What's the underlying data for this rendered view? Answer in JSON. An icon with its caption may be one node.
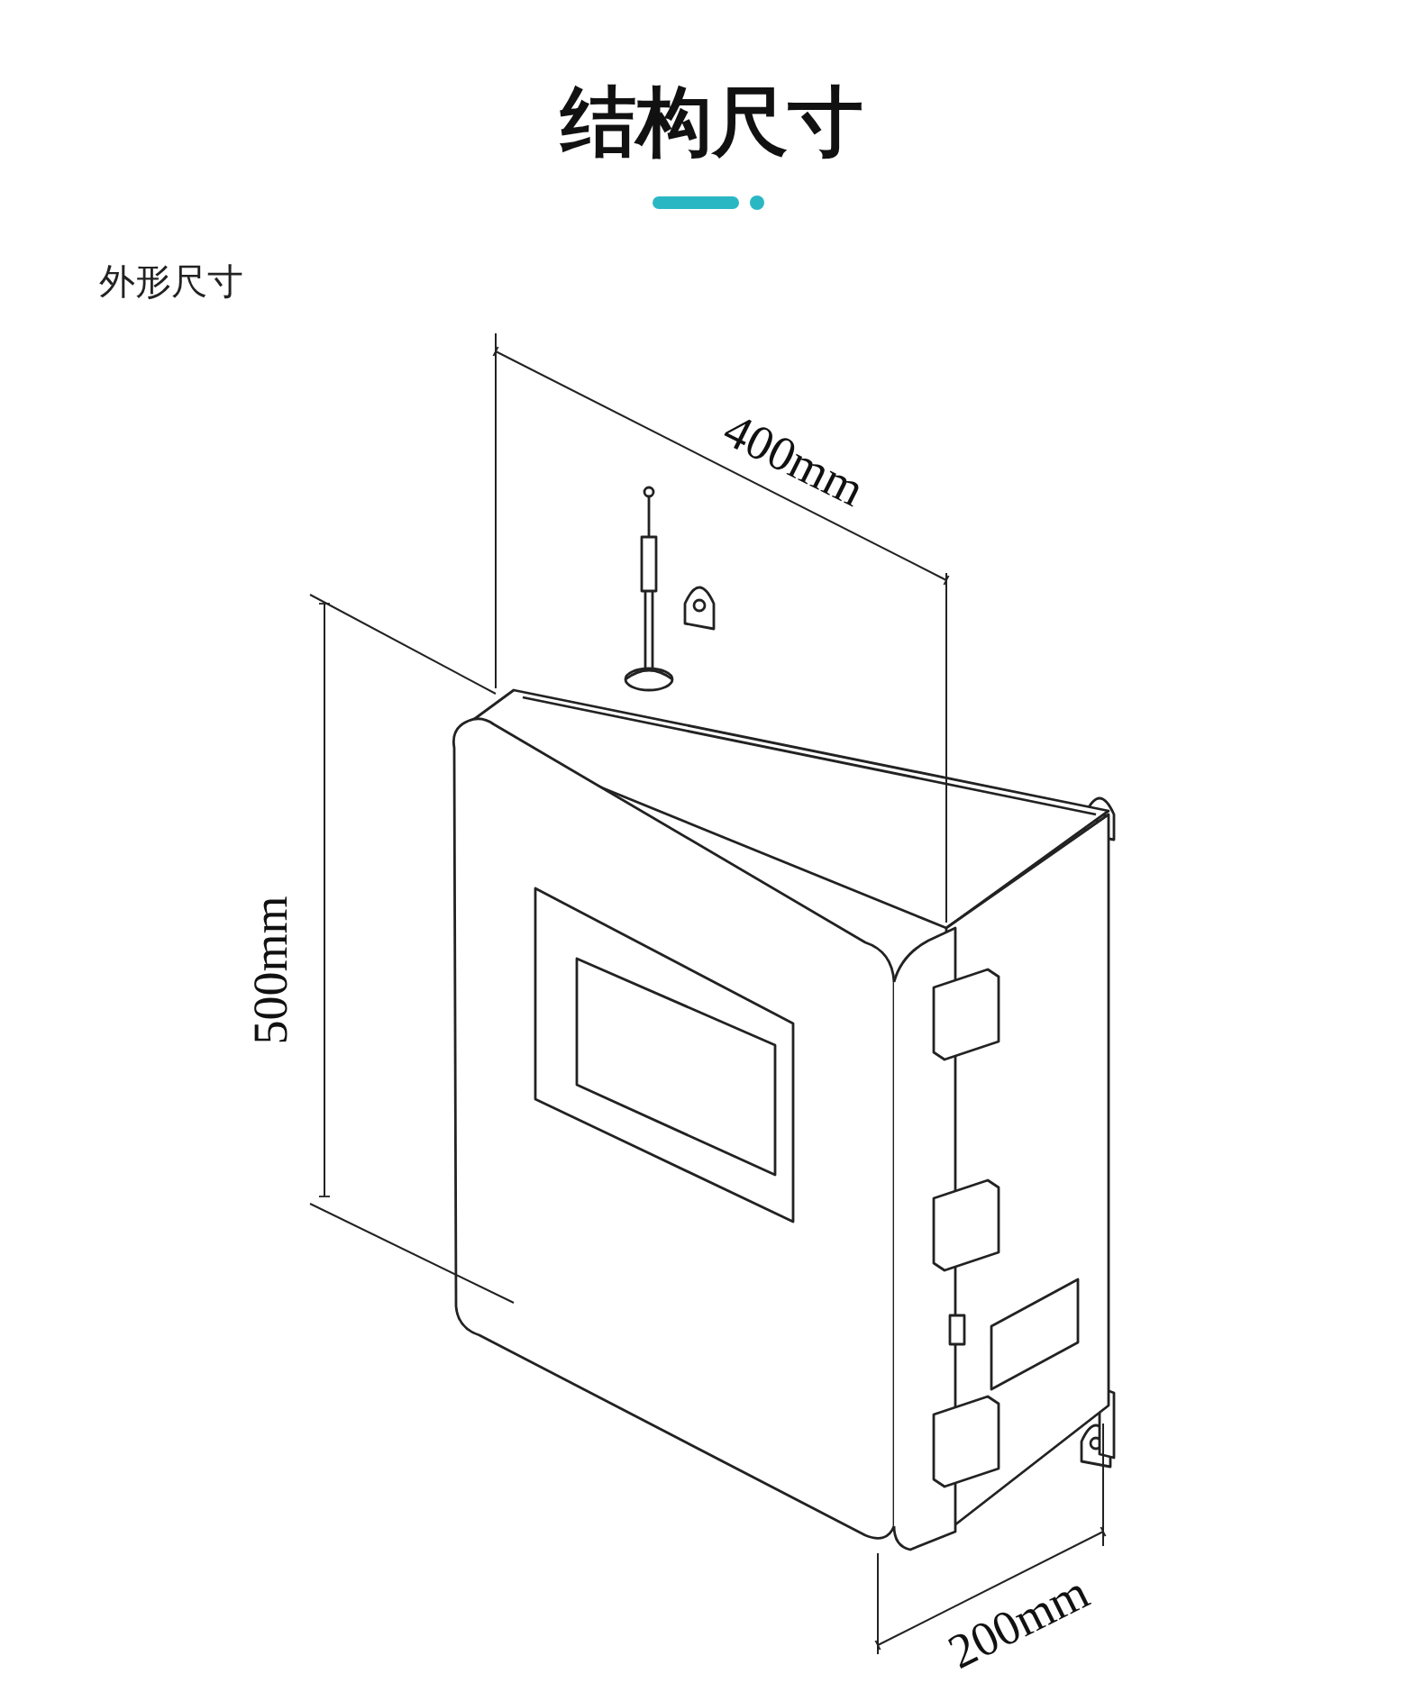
{
  "diagram": {
    "title": "结构尺寸",
    "labels": [
      "外形尺寸",
      "400mm",
      "500mm",
      "200mm"
    ]
  }
}
